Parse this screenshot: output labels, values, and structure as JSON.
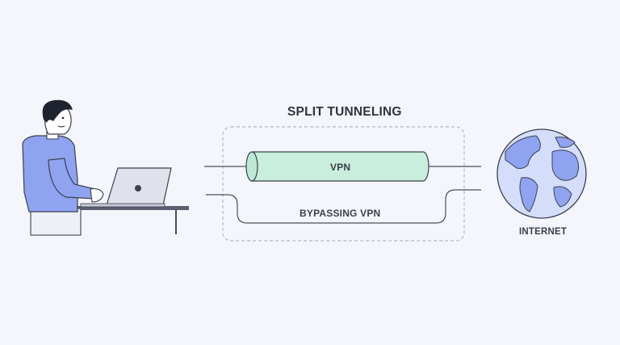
{
  "diagram": {
    "title": "SPLIT TUNNELING",
    "tunnel_label": "VPN",
    "bypass_label": "BYPASSING VPN",
    "destination_label": "INTERNET"
  },
  "colors": {
    "background": "#f5f6fb",
    "tunnel_fill": "#c9eedd",
    "tunnel_stroke": "#3b4150",
    "person_sweater": "#8fa3f0",
    "globe_ocean": "#d4ddfa",
    "globe_land": "#8fa3f0",
    "dashed_border": "#b4b8c6"
  },
  "icons": {
    "person": "person-at-laptop-illustration",
    "globe": "globe-icon"
  }
}
